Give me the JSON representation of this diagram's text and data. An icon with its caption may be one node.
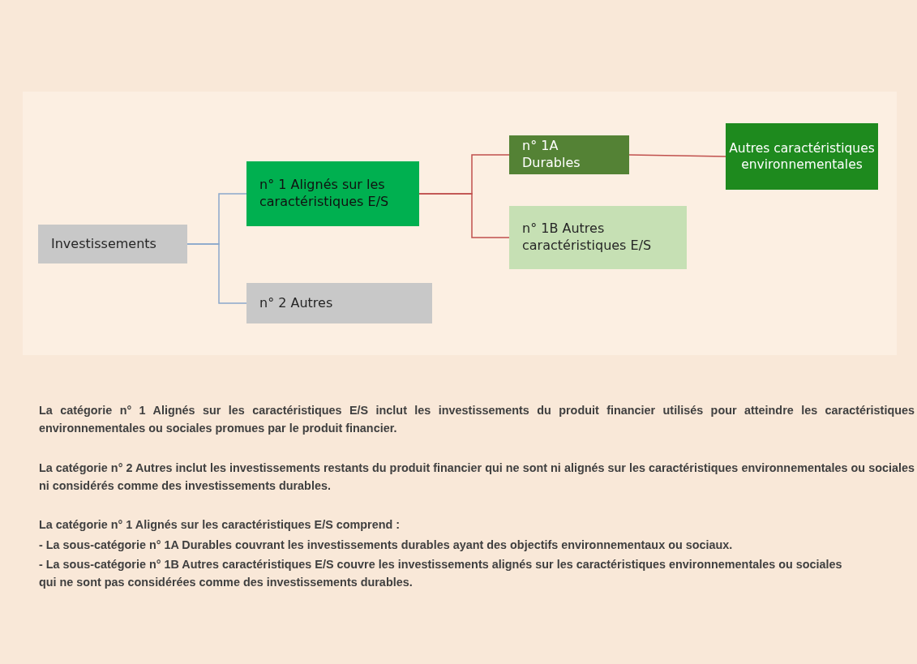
{
  "diagram": {
    "nodes": [
      {
        "text": [
          "Investissements"
        ]
      },
      {
        "text": [
          "n° 1 Alignés sur les caractéristiques E/S"
        ]
      },
      {
        "text": [
          "n° 2 Autres"
        ]
      },
      {
        "text": [
          "n° 1A Durables"
        ]
      },
      {
        "text": [
          "n° 1B Autres caractéristiques E/S"
        ]
      },
      {
        "text": [
          "Autres caractéristiques environnementales"
        ]
      }
    ],
    "edges": [
      {
        "from": 0,
        "to": 1,
        "arrow": "none",
        "color": "#8aa8cc"
      },
      {
        "from": 0,
        "to": 2,
        "arrow": "none",
        "color": "#8aa8cc"
      },
      {
        "from": 1,
        "to": 3,
        "arrow": "none"
      },
      {
        "from": 1,
        "to": 4,
        "arrow": "none"
      },
      {
        "from": 3,
        "to": 5,
        "arrow": "none"
      }
    ],
    "labels": [
      "La catégorie n° 1 Alignés sur les caractéristiques E/S inclut les investissements du produit financier utilisés pour atteindre les caractéristiques environnementales ou sociales promues par le produit financier.",
      "La catégorie n° 2 Autres inclut les investissements restants du produit financier qui ne sont ni alignés sur les caractéristiques environnementales ou sociales ni considérés comme des investissements durables.",
      "La catégorie n° 1 Alignés sur les caractéristiques E/S comprend :",
      "- La sous-catégorie n° 1A Durables couvrant les investissements durables ayant des objectifs environnementaux ou sociaux.",
      "- La sous-catégorie n° 1B Autres caractéristiques E/S couvre les investissements alignés sur les caractéristiques environnementales ou sociales",
      "qui ne sont pas considérées comme des investissements durables."
    ]
  }
}
